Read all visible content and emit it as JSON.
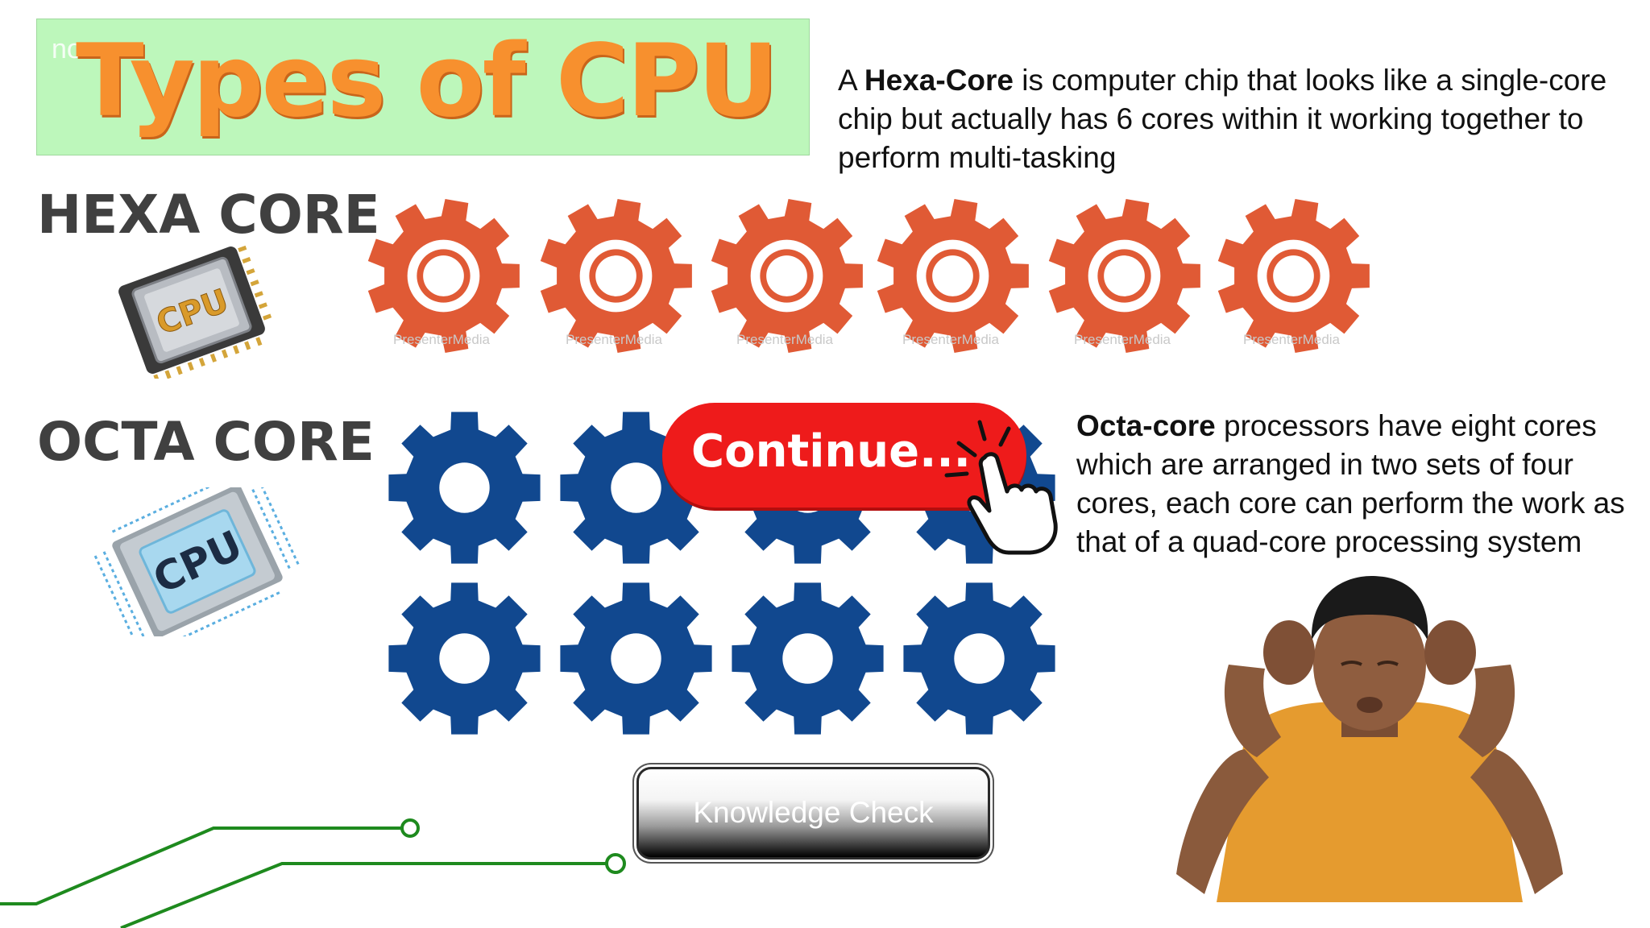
{
  "title": {
    "ghost_text": "none",
    "text": "Types of CPU"
  },
  "hexa": {
    "label": "HEXA CORE",
    "desc_prefix": "A ",
    "desc_bold": "Hexa-Core",
    "desc_rest": " is computer chip that looks like a single-core chip but actually has 6 cores within it working together to perform multi-tasking",
    "gear_count": 6,
    "gear_color": "#e05a35",
    "watermark": "PresenterMedia"
  },
  "octa": {
    "label": "OCTA CORE",
    "desc_bold": "Octa-core",
    "desc_rest": " processors have eight cores which are arranged in two sets of four cores, each core can perform the work as that of a quad-core processing system",
    "gear_count": 8,
    "gear_color": "#11488f"
  },
  "chips": {
    "hexa_chip_text": "CPU",
    "octa_chip_text": "CPU"
  },
  "continue_button": {
    "label": "Continue...",
    "color": "#ee1b1b",
    "icon": "pointing-hand-icon"
  },
  "knowledge_check_button": {
    "label": "Knowledge Check"
  },
  "colors": {
    "banner_bg": "#bdf7bb",
    "title_orange": "#f7902e",
    "circuit_green": "#1e8a1e"
  }
}
